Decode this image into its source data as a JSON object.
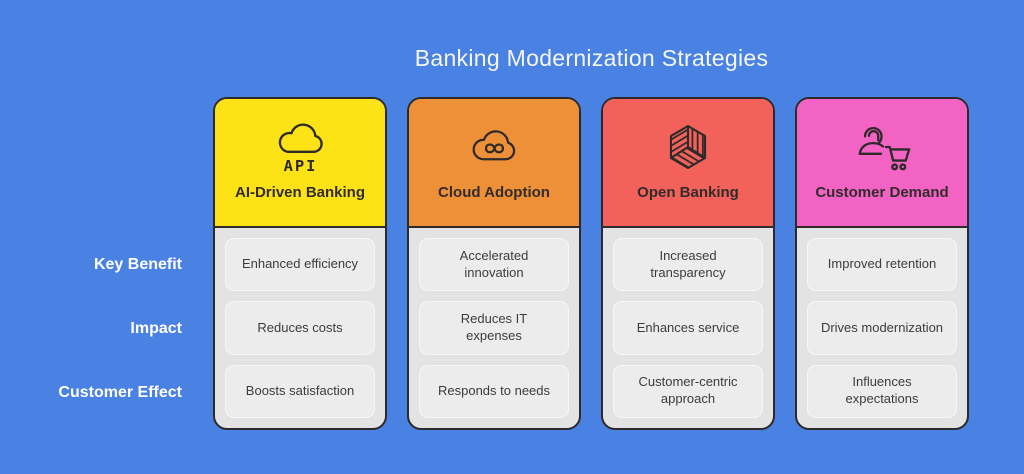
{
  "title": "Banking Modernization Strategies",
  "colors": {
    "background": "#4a82e4",
    "card_border": "#2e2a2a",
    "card_body": "#e3e3e3",
    "cell_background": "#ececec",
    "row_label_text": "#ffffff",
    "title_text": "#f5f7fc"
  },
  "row_labels": [
    "Key Benefit",
    "Impact",
    "Customer Effect"
  ],
  "columns": [
    {
      "label": "AI-Driven Banking",
      "icon": "api-cloud-icon",
      "color": "#fde315",
      "cells": [
        "Enhanced efficiency",
        "Reduces costs",
        "Boosts satisfaction"
      ]
    },
    {
      "label": "Cloud Adoption",
      "icon": "creative-cloud-icon",
      "color": "#ee9038",
      "cells": [
        "Accelerated innovation",
        "Reduces IT expenses",
        "Responds to needs"
      ]
    },
    {
      "label": "Open Banking",
      "icon": "striped-cube-icon",
      "color": "#f3625a",
      "cells": [
        "Increased transparency",
        "Enhances service",
        "Customer-centric approach"
      ]
    },
    {
      "label": "Customer Demand",
      "icon": "customer-cart-icon",
      "color": "#f263c3",
      "cells": [
        "Improved retention",
        "Drives modernization",
        "Influences expectations"
      ]
    }
  ]
}
